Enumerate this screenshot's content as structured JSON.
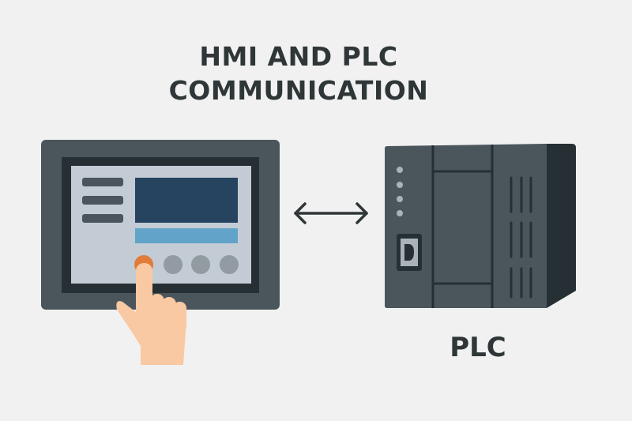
{
  "title": {
    "line1": "HMI AND PLC",
    "line2": "COMMUNICATION"
  },
  "plc_label": "PLC",
  "colors": {
    "background": "#f1f1f1",
    "device_body": "#4b565c",
    "device_dark": "#262f33",
    "screen": "#c3ccd4",
    "display": "#264460",
    "display_bar": "#62a3c9",
    "active_button": "#e17b3a",
    "buttons": "#919ba1",
    "hand": "#f8c9a2"
  },
  "icons": {
    "hmi": "touch-panel-icon",
    "hand": "pointing-hand-icon",
    "arrow": "bidirectional-arrow-icon",
    "plc": "plc-module-icon"
  }
}
